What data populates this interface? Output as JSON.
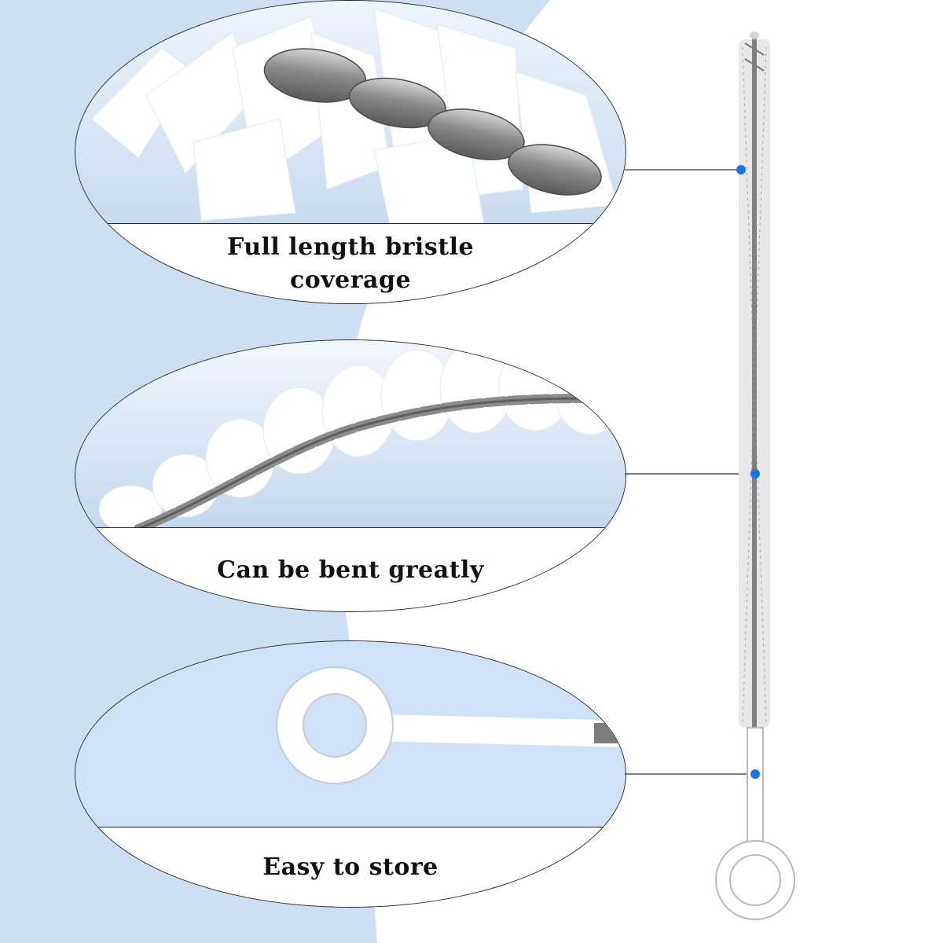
{
  "colors": {
    "background_light_blue": "#cddff2",
    "background_white": "#ffffff",
    "callout_dot": "#1a73e8",
    "outline": "#222222",
    "caption_text": "#111111"
  },
  "features": [
    {
      "caption_line1": "Full length bristle",
      "caption_line2": "coverage",
      "photo": "bristle-wire-closeup"
    },
    {
      "caption_line1": "Can be bent greatly",
      "caption_line2": "",
      "photo": "bent-spiral-brush"
    },
    {
      "caption_line1": "Easy to store",
      "caption_line2": "",
      "photo": "loop-handle"
    }
  ],
  "product": {
    "name_icon": "pipe-cleaning-brush-icon"
  }
}
